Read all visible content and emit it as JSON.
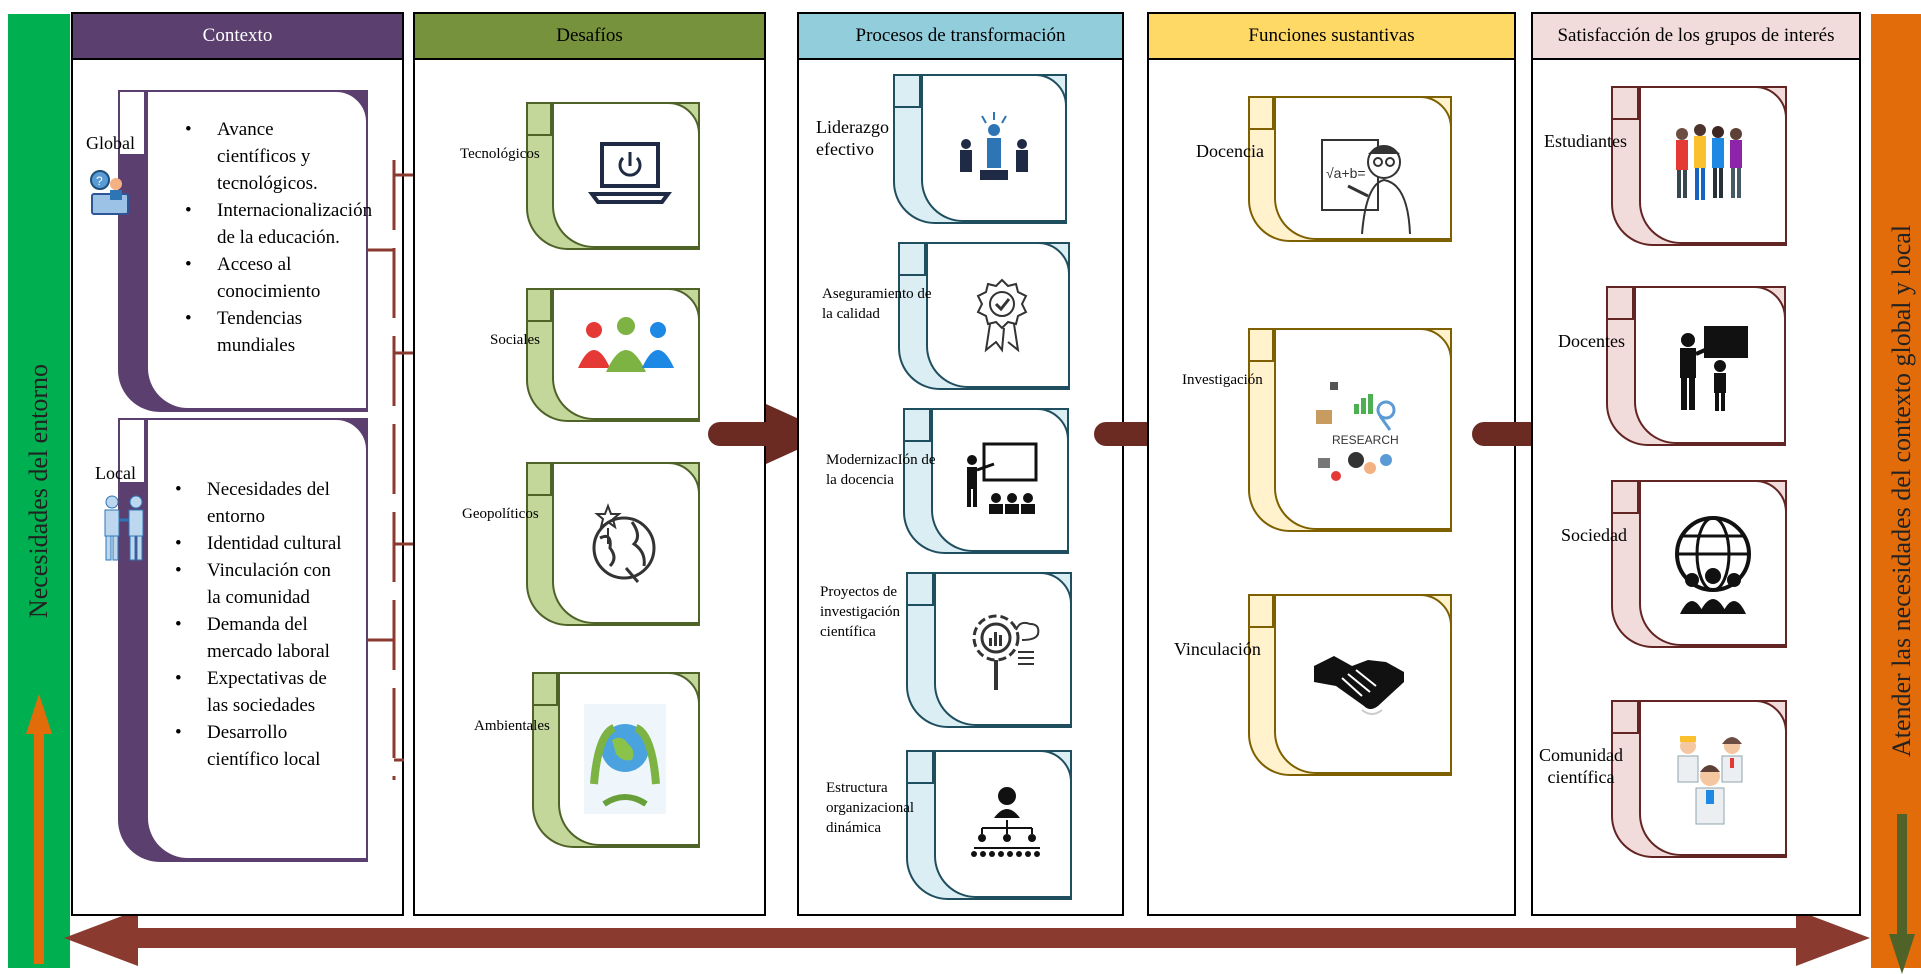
{
  "sides": {
    "left_text": "Necesidades del entorno",
    "right_text": "Atender las necesidades del contexto global y local",
    "left_color": "#00b050",
    "right_color": "#e36c0a"
  },
  "columns": {
    "contexto": {
      "title": "Contexto",
      "color": "#5b3f6e"
    },
    "desafios": {
      "title": "Desafíos",
      "color": "#76923c"
    },
    "procesos": {
      "title": "Procesos de transformación",
      "color": "#92cddc"
    },
    "funciones": {
      "title": "Funciones sustantivas",
      "color": "#ffd966"
    },
    "satisfaccion": {
      "title": "Satisfacción de los grupos de interés",
      "color": "#f2dcdb"
    }
  },
  "contexto": {
    "global": {
      "label": "Global",
      "icon": "globe-person-icon",
      "items": [
        "Avance científicos y tecnológicos.",
        "Internacionalización de la educación.",
        "Acceso al conocimiento",
        "Tendencias mundiales"
      ]
    },
    "local": {
      "label": "Local",
      "icon": "handshake-people-icon",
      "items": [
        "Necesidades del entorno",
        "Identidad cultural",
        "Vinculación con la comunidad",
        "Demanda del mercado laboral",
        "Expectativas de las sociedades",
        "Desarrollo científico local"
      ]
    }
  },
  "desafios": [
    {
      "label": "Tecnológicos",
      "icon": "laptop-power-icon"
    },
    {
      "label": "Sociales",
      "icon": "people-group-icon"
    },
    {
      "label": "Geopolíticos",
      "icon": "globe-politics-icon"
    },
    {
      "label": "Ambientales",
      "icon": "earth-hands-icon"
    }
  ],
  "procesos": [
    {
      "label": "Liderazgo efectivo",
      "icon": "leader-icon"
    },
    {
      "label": "Aseguramiento de la calidad",
      "icon": "quality-badge-icon"
    },
    {
      "label": "ModernizacIón de la docencia",
      "icon": "teacher-board-icon"
    },
    {
      "label": "Proyectos de investigación científica",
      "icon": "research-gear-icon"
    },
    {
      "label": "Estructura organizacional dinámica",
      "icon": "org-chart-icon"
    }
  ],
  "funciones": [
    {
      "label": "Docencia",
      "icon": "math-teacher-icon"
    },
    {
      "label": "Investigación",
      "icon": "research-collage-icon"
    },
    {
      "label": "Vinculación",
      "icon": "handshake-icon"
    }
  ],
  "satisfaccion": [
    {
      "label": "Estudiantes",
      "icon": "students-icon"
    },
    {
      "label": "Docentes",
      "icon": "teachers-icon"
    },
    {
      "label": "Sociedad",
      "icon": "society-globe-icon"
    },
    {
      "label": "Comunidad científica",
      "icon": "scientists-icon"
    }
  ],
  "colors": {
    "arrow": "#8b3a2f",
    "arrow_dark": "#6b2a22",
    "contexto_border": "#5b3f6e",
    "desafios_border": "#4f6228",
    "desafios_tab": "#c4d79b",
    "procesos_border": "#1f4e5f",
    "procesos_tab": "#daeef3",
    "funciones_border": "#7f6000",
    "funciones_tab": "#fff2cc",
    "satisfaccion_border": "#632523",
    "satisfaccion_tab": "#f2dcdb"
  }
}
